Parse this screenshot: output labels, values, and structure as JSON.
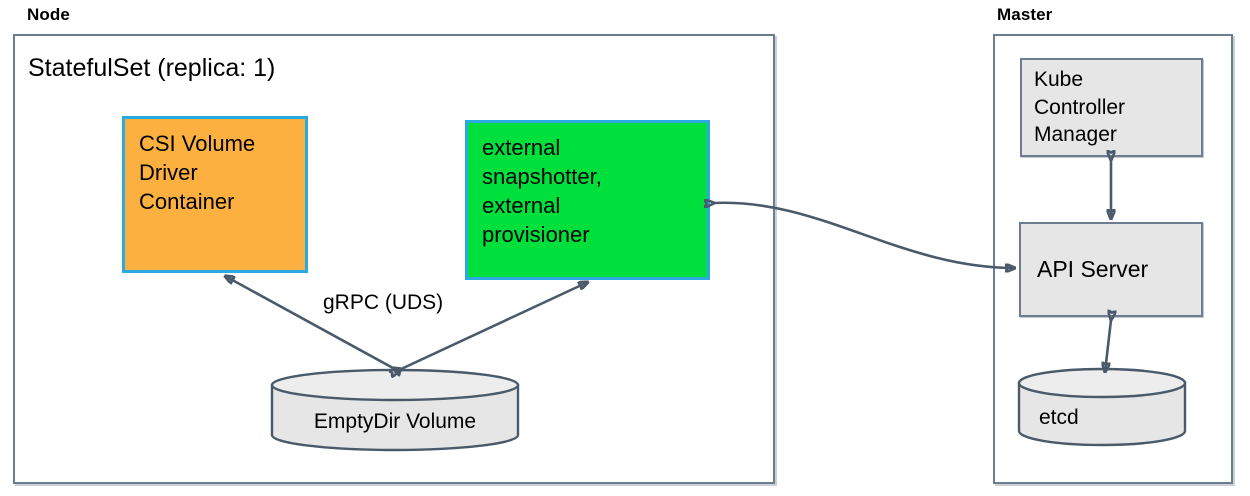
{
  "diagram": {
    "title_node": "Node",
    "title_master": "Master",
    "statefulset_title": "StatefulSet (replica: 1)",
    "colors": {
      "csi_fill": "#FBB040",
      "csi_border": "#29ABE2",
      "external_fill": "#00E03C",
      "external_border": "#29ABE2",
      "grey_fill": "#E6E6E6",
      "stroke": "#6c7d91",
      "connector": "#4a5a6a",
      "background": "#ffffff"
    }
  },
  "node_zone": {
    "label": "Node",
    "statefulset": "StatefulSet (replica: 1)",
    "boxes": [
      {
        "id": "csi-volume-driver-container",
        "label": "CSI Volume\nDriver\nContainer"
      },
      {
        "id": "external-sidecars",
        "label": "external\nsnapshotter,\nexternal\nprovisioner"
      }
    ],
    "volume": {
      "id": "emptydir-volume",
      "label": "EmptyDir Volume"
    },
    "edge_labels": [
      {
        "id": "grpc-uds",
        "label": "gRPC (UDS)"
      }
    ]
  },
  "master_zone": {
    "label": "Master",
    "boxes": [
      {
        "id": "kube-controller-manager",
        "label": "Kube\nController\nManager"
      },
      {
        "id": "api-server",
        "label": "API Server"
      }
    ],
    "datastore": {
      "id": "etcd",
      "label": "etcd"
    }
  },
  "connections": [
    {
      "from": "csi-volume-driver-container",
      "to": "emptydir-volume",
      "kind": "bidirectional",
      "label": "gRPC (UDS)"
    },
    {
      "from": "external-sidecars",
      "to": "emptydir-volume",
      "kind": "bidirectional",
      "label": ""
    },
    {
      "from": "external-sidecars",
      "to": "api-server",
      "kind": "bidirectional",
      "label": ""
    },
    {
      "from": "kube-controller-manager",
      "to": "api-server",
      "kind": "bidirectional",
      "label": ""
    },
    {
      "from": "api-server",
      "to": "etcd",
      "kind": "bidirectional",
      "label": ""
    }
  ]
}
